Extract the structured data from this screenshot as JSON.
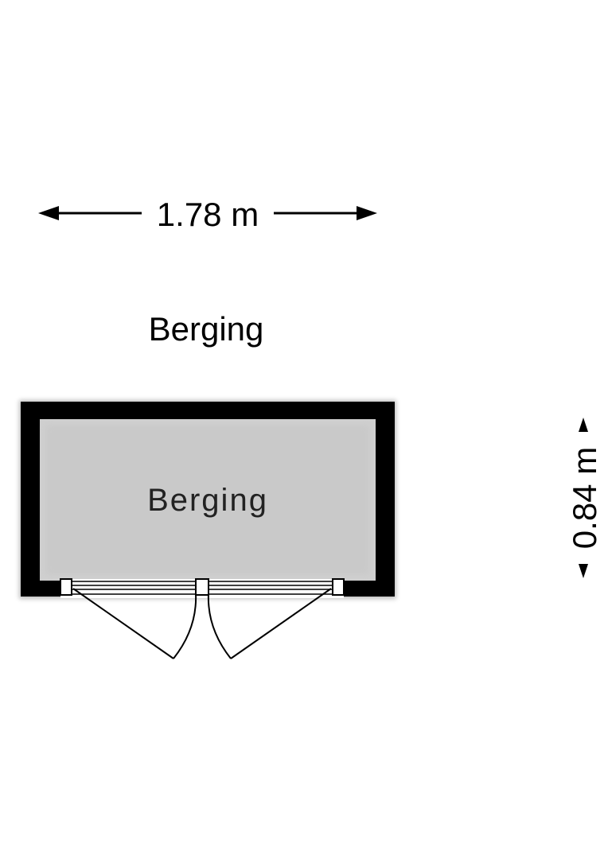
{
  "floor_title": "Berging",
  "room_label": "Berging",
  "dimensions": {
    "width": "1.78 m",
    "depth": "0.84 m"
  },
  "colors": {
    "wall": "#000000",
    "floor": "#cccccc",
    "background": "#ffffff",
    "line": "#000000"
  }
}
